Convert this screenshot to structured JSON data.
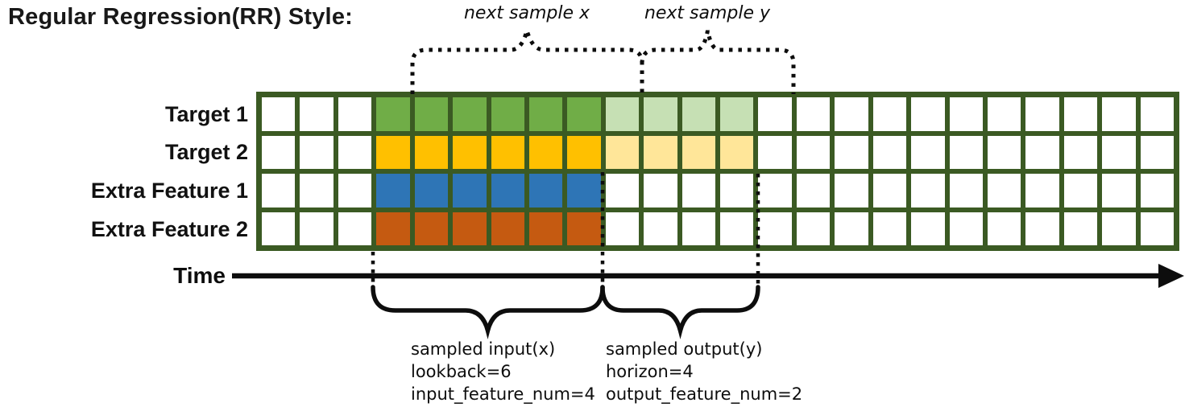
{
  "title": "Regular Regression(RR) Style:",
  "next_sample": {
    "x_label": "next sample x",
    "y_label": "next sample y"
  },
  "grid": {
    "columns": 24,
    "border_color": "#3B5A23",
    "rows": [
      {
        "label": "Target 1",
        "type": "target",
        "solid_color": "#70AD47",
        "solid_start": 3,
        "solid_span": 6,
        "light_color": "#C6E0B4",
        "light_start": 9,
        "light_span": 4
      },
      {
        "label": "Target 2",
        "type": "target",
        "solid_color": "#FFC000",
        "solid_start": 3,
        "solid_span": 6,
        "light_color": "#FFE699",
        "light_start": 9,
        "light_span": 4
      },
      {
        "label": "Extra Feature 1",
        "type": "extra_feature",
        "solid_color": "#2E75B6",
        "solid_start": 3,
        "solid_span": 6,
        "light_color": null,
        "light_start": null,
        "light_span": null
      },
      {
        "label": "Extra Feature 2",
        "type": "extra_feature",
        "solid_color": "#C55A11",
        "solid_start": 3,
        "solid_span": 6,
        "light_color": null,
        "light_start": null,
        "light_span": null
      }
    ]
  },
  "time_axis": {
    "label": "Time"
  },
  "sampled_input": {
    "lines": [
      "sampled input(x)",
      "lookback=6",
      "input_feature_num=4"
    ]
  },
  "sampled_output": {
    "lines": [
      "sampled output(y)",
      "horizon=4",
      "output_feature_num=2"
    ]
  }
}
